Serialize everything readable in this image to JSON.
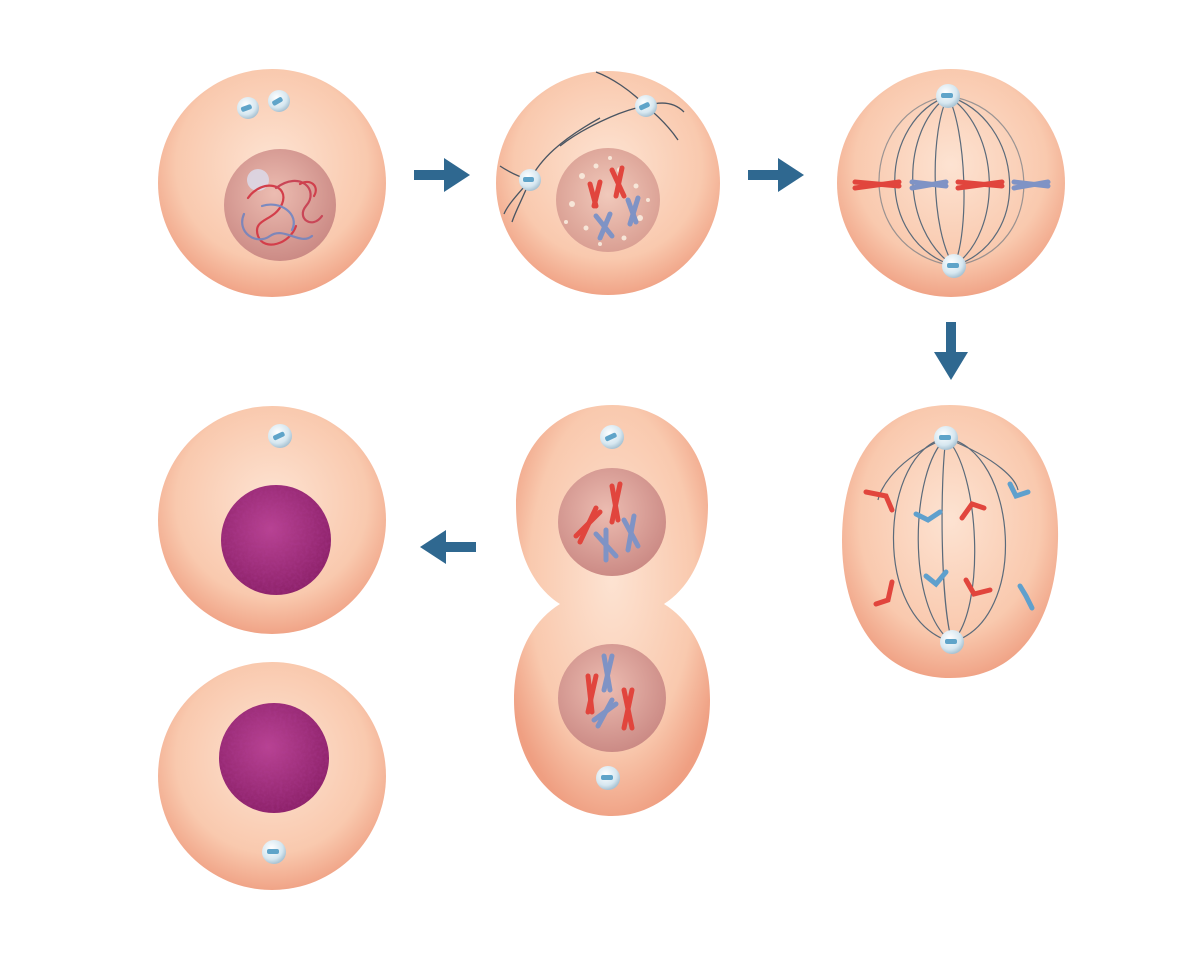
{
  "diagram": {
    "title": "",
    "stages": [
      {
        "id": "interphase",
        "nucleus": "chromatin",
        "centrosomes": 2
      },
      {
        "id": "prophase",
        "nucleus": "condensing",
        "centrosomes": 2
      },
      {
        "id": "metaphase",
        "nucleus": "none",
        "centrosomes": 2
      },
      {
        "id": "anaphase",
        "nucleus": "none",
        "centrosomes": 2
      },
      {
        "id": "telophase",
        "nucleus": "double",
        "centrosomes": 2
      },
      {
        "id": "daughter-cells",
        "nucleus": "solid",
        "centrosomes": 2
      }
    ],
    "arrows": [
      {
        "from": "interphase",
        "to": "prophase",
        "direction": "right"
      },
      {
        "from": "prophase",
        "to": "metaphase",
        "direction": "right"
      },
      {
        "from": "metaphase",
        "to": "anaphase",
        "direction": "down"
      },
      {
        "from": "telophase",
        "to": "daughter-cells",
        "direction": "left"
      }
    ]
  },
  "colors": {
    "cell_fill": "#f9c8ad",
    "cell_edge": "#ec9b7c",
    "nucleus_fill": "#d99892",
    "chromosome_red": "#e1453d",
    "chromosome_blue": "#7f93c5",
    "solid_nucleus": "#a02a7b",
    "spindle": "#5a6a7a",
    "arrow": "#2f6890",
    "centriole": "#5fa4c9"
  }
}
